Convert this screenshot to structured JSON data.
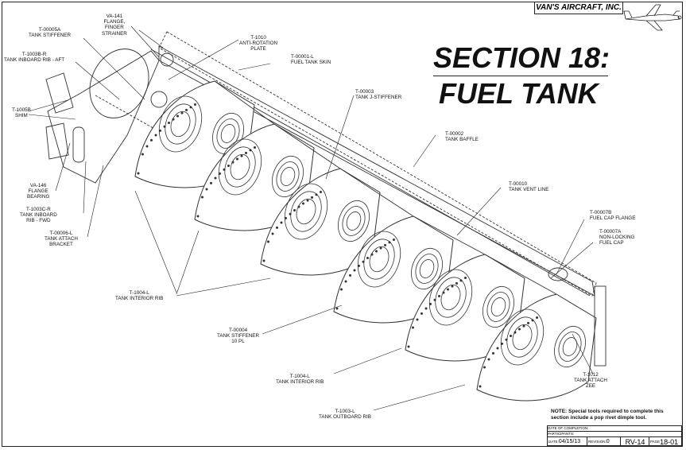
{
  "brand": "VAN'S AIRCRAFT, INC.",
  "title_line1": "SECTION 18:",
  "title_line2": "FUEL TANK",
  "labels": {
    "va141": [
      "VA-141",
      "FLANGE,",
      "FINGER",
      "STRAINER"
    ],
    "t00005a": [
      "T-00005A",
      "TANK STIFFENER"
    ],
    "t1003br": [
      "T-1003B-R",
      "TANK INBOARD RIB - AFT"
    ],
    "t1010": [
      "T-1010",
      "ANTI-ROTATION",
      "PLATE"
    ],
    "t00001l": [
      "T-00001-L",
      "FUEL TANK SKIN"
    ],
    "t1005b": [
      "T-1005B",
      "SHIM"
    ],
    "t00003": [
      "T-00003",
      "TANK J-STIFFENER"
    ],
    "t00002": [
      "T-00002",
      "TANK BAFFLE"
    ],
    "va146": [
      "VA-146",
      "FLANGE",
      "BEARING"
    ],
    "t1003cr": [
      "T-1003C-R",
      "TANK INBOARD",
      "RIB - FWD"
    ],
    "t00006l": [
      "T-00006-L",
      "TANK ATTACH",
      "BRACKET"
    ],
    "t00010": [
      "T-00010",
      "TANK VENT LINE"
    ],
    "t00007b": [
      "T-00007B",
      "FUEL CAP FLANGE"
    ],
    "t00007a": [
      "T-00007A",
      "NON-LOCKING",
      "FUEL CAP"
    ],
    "t1004l_a": [
      "T-1004-L",
      "TANK INTERIOR RIB"
    ],
    "t00004": [
      "T-00004",
      "TANK STIFFENER",
      "10 PL"
    ],
    "t1004l_b": [
      "T-1004-L",
      "TANK INTERIOR RIB"
    ],
    "t1012": [
      "T-1012",
      "TANK ATTACH",
      "ZEE"
    ],
    "t1003l": [
      "T-1003-L",
      "TANK OUTBOARD RIB"
    ]
  },
  "note": {
    "lead": "NOTE:",
    "text": "Special tools required to complete this section include a pop rivet dimple tool."
  },
  "title_block": {
    "date_completion": "DATE OF COMPLETION:",
    "participants": "PARTICIPANTS:",
    "date_label": "DATE:",
    "date_value": "04/15/13",
    "revision_label": "REVISION:",
    "revision_value": "0",
    "model": "RV-14",
    "page_label": "PAGE",
    "page_value": "18-01"
  }
}
